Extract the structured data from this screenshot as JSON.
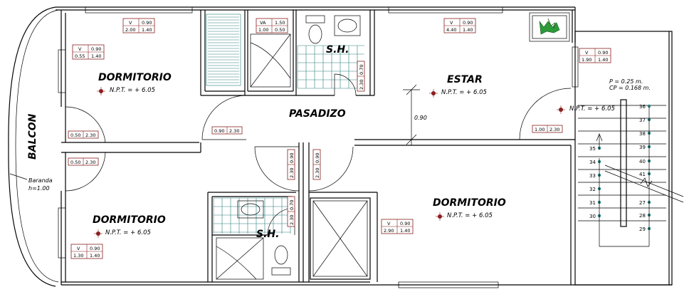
{
  "rooms": {
    "dorm_top_left": "DORMITORIO",
    "sh_top": "S.H.",
    "estar": "ESTAR",
    "pasadizo": "PASADIZO",
    "dorm_bottom_left": "DORMITORIO",
    "sh_bottom": "S.H.",
    "dorm_bottom_right": "DORMITORIO",
    "balcon": "BALCON"
  },
  "levels": {
    "npt_top_left": "N.P.T. = + 6.05",
    "npt_estar": "N.P.T. = + 6.05",
    "npt_stair": "N.P.T. = + 6.05",
    "npt_bottom_left": "N.P.T. = + 6.05",
    "npt_bottom_right": "N.P.T. = + 6.05"
  },
  "windows": {
    "w_top_left": [
      "V",
      "0.90",
      "2.00",
      "1.40"
    ],
    "w_left_bedroom": [
      "V",
      "0.90",
      "0.55",
      "1.40"
    ],
    "va_shower": [
      "VA",
      "1.50",
      "1.00",
      "0.50"
    ],
    "w_estar": [
      "V",
      "0.90",
      "4.40",
      "1.40"
    ],
    "w_stair": [
      "V",
      "0.90",
      "1.90",
      "1.40"
    ],
    "w_bottom_right": [
      "V",
      "0.90",
      "2.90",
      "1.40"
    ],
    "w_bottom_left": [
      "V",
      "0.90",
      "1.30",
      "1.40"
    ]
  },
  "doors": {
    "d_balcony_top": [
      "0.50",
      "2.30"
    ],
    "d_balcony_bottom": [
      "0.50",
      "2.30"
    ],
    "d_dorm_top": [
      "0.90",
      "2.30"
    ],
    "d_estar": [
      "1.00",
      "2.30"
    ],
    "d_sh_top": [
      "0.70",
      "2.30"
    ],
    "d_v1": [
      "0.90",
      "2.30"
    ],
    "d_v2": [
      "0.90",
      "2.30"
    ],
    "d_v3": [
      "0.70",
      "2.30"
    ]
  },
  "dimension_090": "0.90",
  "baranda": [
    "Baranda",
    "h=1.00"
  ],
  "stair_notes": [
    "P = 0.25 m.",
    "CP = 0.168 m."
  ],
  "stairs": {
    "left": [
      "35",
      "34",
      "33",
      "32",
      "31",
      "30"
    ],
    "right": [
      "36",
      "37",
      "38",
      "39",
      "40",
      "41",
      "27",
      "28",
      "29"
    ]
  }
}
